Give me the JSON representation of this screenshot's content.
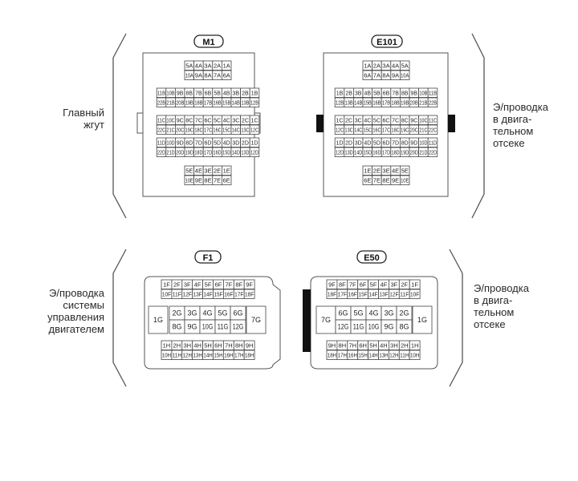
{
  "colors": {
    "line": "#555555",
    "text": "#222222",
    "fill_dark": "#111111",
    "background": "#ffffff"
  },
  "labels": {
    "main_harness": "Главный\nжгут",
    "engine_room_top": "Э/проводка\nв двига-\nтельном\nотсеке",
    "engine_control": "Э/проводка\nсистемы\nуправления\nдвигателем",
    "engine_room_bottom": "Э/проводка\nв двига-\nтельном\nотсеке"
  },
  "connectors": {
    "M1": {
      "title": "M1",
      "rows": [
        [
          "5A",
          "4A",
          "3A",
          "2A",
          "1A"
        ],
        [
          "10A",
          "9A",
          "8A",
          "7A",
          "6A"
        ],
        [
          "11B",
          "10B",
          "9B",
          "8B",
          "7B",
          "6B",
          "5B",
          "4B",
          "3B",
          "2B",
          "1B"
        ],
        [
          "22B",
          "21B",
          "20B",
          "19B",
          "18B",
          "17B",
          "16B",
          "15B",
          "14B",
          "13B",
          "12B"
        ],
        [
          "11C",
          "10C",
          "9C",
          "8C",
          "7C",
          "6C",
          "5C",
          "4C",
          "3C",
          "2C",
          "1C"
        ],
        [
          "22C",
          "21C",
          "20C",
          "19C",
          "18C",
          "17C",
          "16C",
          "15C",
          "14C",
          "13C",
          "12C"
        ],
        [
          "11D",
          "10D",
          "9D",
          "8D",
          "7D",
          "6D",
          "5D",
          "4D",
          "3D",
          "2D",
          "1D"
        ],
        [
          "22D",
          "21D",
          "20D",
          "19D",
          "18D",
          "17D",
          "16D",
          "15D",
          "14D",
          "13D",
          "12D"
        ],
        [
          "5E",
          "4E",
          "3E",
          "2E",
          "1E"
        ],
        [
          "10E",
          "9E",
          "8E",
          "7E",
          "6E"
        ]
      ]
    },
    "E101": {
      "title": "E101",
      "rows": [
        [
          "1A",
          "2A",
          "3A",
          "4A",
          "5A"
        ],
        [
          "6A",
          "7A",
          "8A",
          "9A",
          "10A"
        ],
        [
          "1B",
          "2B",
          "3B",
          "4B",
          "5B",
          "6B",
          "7B",
          "8B",
          "9B",
          "10B",
          "11B"
        ],
        [
          "12B",
          "13B",
          "14B",
          "15B",
          "16B",
          "17B",
          "18B",
          "19B",
          "20B",
          "21B",
          "22B"
        ],
        [
          "1C",
          "2C",
          "3C",
          "4C",
          "5C",
          "6C",
          "7C",
          "8C",
          "9C",
          "10C",
          "11C"
        ],
        [
          "12C",
          "13C",
          "14C",
          "15C",
          "16C",
          "17C",
          "18C",
          "19C",
          "20C",
          "21C",
          "22C"
        ],
        [
          "1D",
          "2D",
          "3D",
          "4D",
          "5D",
          "6D",
          "7D",
          "8D",
          "9D",
          "10D",
          "11D"
        ],
        [
          "12D",
          "13D",
          "14D",
          "15D",
          "16D",
          "17D",
          "18D",
          "19D",
          "20D",
          "21D",
          "22D"
        ],
        [
          "1E",
          "2E",
          "3E",
          "4E",
          "5E"
        ],
        [
          "6E",
          "7E",
          "8E",
          "9E",
          "10E"
        ]
      ]
    },
    "F1": {
      "title": "F1",
      "top_rows": [
        [
          "1F",
          "2F",
          "3F",
          "4F",
          "5F",
          "6F",
          "7F",
          "8F",
          "9F"
        ],
        [
          "10F",
          "11F",
          "12F",
          "13F",
          "14F",
          "15F",
          "16F",
          "17F",
          "18F"
        ]
      ],
      "mid_left": "1G",
      "mid_rows": [
        [
          "2G",
          "3G",
          "4G",
          "5G",
          "6G"
        ],
        [
          "8G",
          "9G",
          "10G",
          "11G",
          "12G"
        ]
      ],
      "mid_right": "7G",
      "bottom_rows": [
        [
          "1H",
          "2H",
          "3H",
          "4H",
          "5H",
          "6H",
          "7H",
          "8H",
          "9H"
        ],
        [
          "10H",
          "11H",
          "12H",
          "13H",
          "14H",
          "15H",
          "16H",
          "17H",
          "18H"
        ]
      ]
    },
    "E50": {
      "title": "E50",
      "top_rows": [
        [
          "9F",
          "8F",
          "7F",
          "6F",
          "5F",
          "4F",
          "3F",
          "2F",
          "1F"
        ],
        [
          "18F",
          "17F",
          "16F",
          "15F",
          "14F",
          "13F",
          "12F",
          "11F",
          "10F"
        ]
      ],
      "mid_left": "7G",
      "mid_rows": [
        [
          "6G",
          "5G",
          "4G",
          "3G",
          "2G"
        ],
        [
          "12G",
          "11G",
          "10G",
          "9G",
          "8G"
        ]
      ],
      "mid_right": "1G",
      "bottom_rows": [
        [
          "9H",
          "8H",
          "7H",
          "6H",
          "5H",
          "4H",
          "3H",
          "2H",
          "1H"
        ],
        [
          "18H",
          "17H",
          "16H",
          "15H",
          "14H",
          "13H",
          "12H",
          "11H",
          "10H"
        ]
      ]
    }
  }
}
